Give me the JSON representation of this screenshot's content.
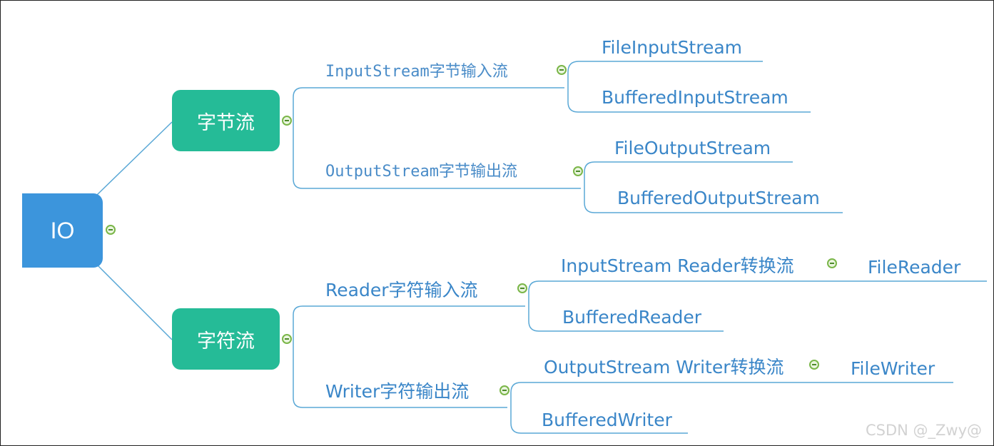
{
  "root": {
    "label": "IO"
  },
  "branches": [
    {
      "label": "字节流",
      "children": [
        {
          "label": "InputStream字节输入流",
          "children": [
            "FileInputStream",
            "BufferedInputStream"
          ]
        },
        {
          "label": "OutputStream字节输出流",
          "children": [
            "FileOutputStream",
            "BufferedOutputStream"
          ]
        }
      ]
    },
    {
      "label": "字符流",
      "children": [
        {
          "label": "Reader字符输入流",
          "children": [
            {
              "label": "InputStream Reader转换流",
              "children": [
                "FileReader"
              ]
            },
            "BufferedReader"
          ]
        },
        {
          "label": "Writer字符输出流",
          "children": [
            {
              "label": "OutputStream Writer转换流",
              "children": [
                "FileWriter"
              ]
            },
            "BufferedWriter"
          ]
        }
      ]
    }
  ],
  "watermark": "CSDN @_Zwy@",
  "colors": {
    "root": "#3c95dc",
    "branch": "#25bb97",
    "line": "#5aa8d6",
    "text": "#3a86c8",
    "toggle": "#7ab648"
  },
  "icons": {
    "collapse": "collapse-minus-icon"
  }
}
